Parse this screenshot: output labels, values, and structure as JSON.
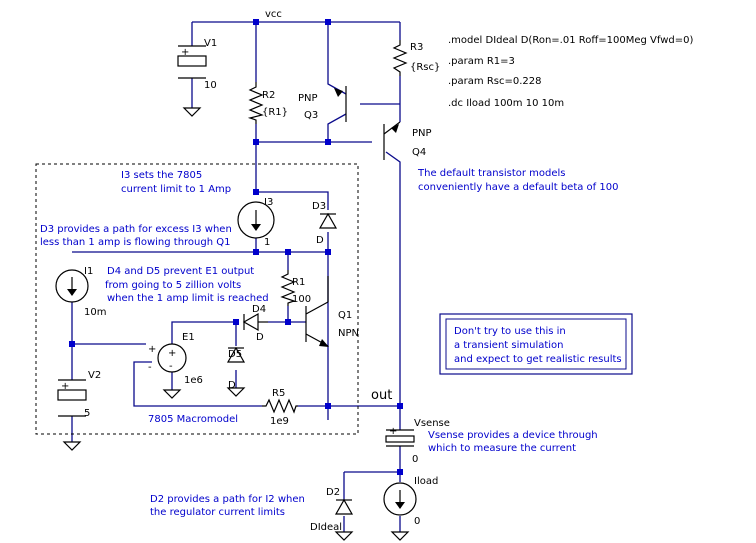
{
  "nets": {
    "vcc": "vcc",
    "out": "out"
  },
  "directives": [
    ".model DIdeal D(Ron=.01 Roff=100Meg Vfwd=0)",
    ".param R1=3",
    ".param Rsc=0.228",
    ".dc Iload 100m 10 10m"
  ],
  "components": {
    "V1": {
      "name": "V1",
      "value": "10"
    },
    "R2": {
      "name": "R2",
      "value": "{R1}"
    },
    "R3": {
      "name": "R3",
      "value": "{Rsc}"
    },
    "Q3": {
      "name": "Q3",
      "type": "PNP"
    },
    "Q4": {
      "name": "Q4",
      "type": "PNP"
    },
    "I3": {
      "name": "I3",
      "value": "1"
    },
    "D3": {
      "name": "D3",
      "model": "D"
    },
    "I1": {
      "name": "I1",
      "value": "10m"
    },
    "R1": {
      "name": "R1",
      "value": "100"
    },
    "Q1": {
      "name": "Q1",
      "type": "NPN"
    },
    "D4": {
      "name": "D4",
      "model": "D"
    },
    "D5": {
      "name": "D5",
      "model": "D"
    },
    "E1": {
      "name": "E1",
      "value": "1e6"
    },
    "V2": {
      "name": "V2",
      "value": "5"
    },
    "R5": {
      "name": "R5",
      "value": "1e9"
    },
    "Vsense": {
      "name": "Vsense",
      "value": "0"
    },
    "D2": {
      "name": "D2",
      "model": "DIdeal"
    },
    "Iload": {
      "name": "Iload",
      "value": "0"
    }
  },
  "pin_marks": {
    "e1_plus": "+",
    "e1_minus": "-",
    "e1_ctrl_plus": "+",
    "e1_ctrl_minus": "-",
    "v1_plus": "+",
    "v2_plus": "+",
    "vsense_plus": "+"
  },
  "notes": {
    "i3_line1": "I3 sets the 7805",
    "i3_line2": "current limit to 1 Amp",
    "d3_line1": "D3 provides a path for excess I3 when",
    "d3_line2": "less than 1 amp is flowing through Q1",
    "d45_line1": "D4 and D5 prevent E1 output",
    "d45_line2": "from going to 5 zillion volts",
    "d45_line3": "when the 1 amp limit is reached",
    "beta_line1": "The default transistor models",
    "beta_line2": "conveniently have a default beta of 100",
    "macro_label": "7805 Macromodel",
    "vsense_line1": "Vsense provides a device through",
    "vsense_line2": "which to measure the current",
    "d2_line1": "D2 provides a path for I2 when",
    "d2_line2": "the regulator current limits",
    "warning_line1": "Don't try to use this in",
    "warning_line2": "a transient simulation",
    "warning_line3": "and expect to get realistic results"
  },
  "colors": {
    "wire": "#0b0b8c",
    "note_text": "#0000cc",
    "component": "#000000",
    "background": "#ffffff"
  }
}
